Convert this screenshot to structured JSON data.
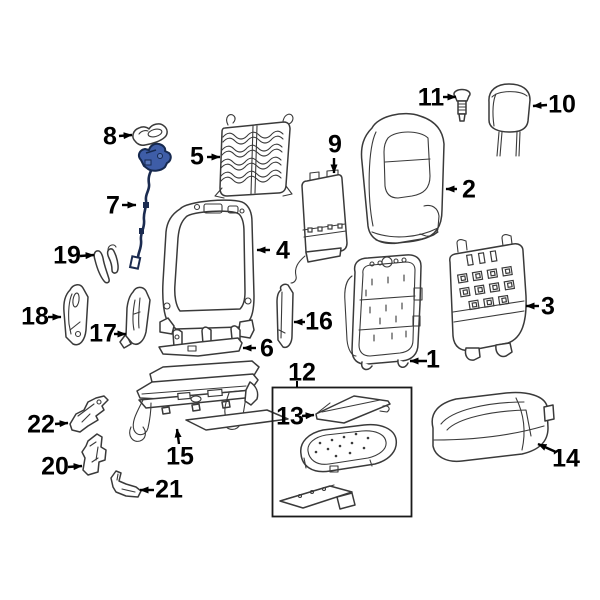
{
  "palette": {
    "background": "#ffffff",
    "part_line": "#3a3a3a",
    "label_color": "#000000",
    "highlight_fill": "#3e5da7",
    "highlight_stroke": "#16294f",
    "cable_color": "#1b2b50",
    "box_stroke": "#1a1a1a"
  },
  "callouts": [
    {
      "label": "1",
      "part": "seat-back-foam-pad"
    },
    {
      "label": "2",
      "part": "seat-back-cushion-cover"
    },
    {
      "label": "3",
      "part": "seat-back-rear-panel"
    },
    {
      "label": "4",
      "part": "seat-back-frame"
    },
    {
      "label": "5",
      "part": "lumbar-support-mat"
    },
    {
      "label": "6",
      "part": "seat-support-bracket"
    },
    {
      "label": "7",
      "part": "lumbar-cable-highlighted",
      "highlighted": true
    },
    {
      "label": "8",
      "part": "release-handle"
    },
    {
      "label": "9",
      "part": "seat-back-module"
    },
    {
      "label": "10",
      "part": "headrest"
    },
    {
      "label": "11",
      "part": "headrest-guide-pin"
    },
    {
      "label": "12",
      "part": "seat-cushion-kit-box"
    },
    {
      "label": "13",
      "part": "seat-cushion-pad"
    },
    {
      "label": "14",
      "part": "seat-cushion-cover"
    },
    {
      "label": "15",
      "part": "seat-track-assembly"
    },
    {
      "label": "16",
      "part": "side-shield"
    },
    {
      "label": "17",
      "part": "recliner-bracket"
    },
    {
      "label": "18",
      "part": "side-trim-panel"
    },
    {
      "label": "19",
      "part": "release-lever"
    },
    {
      "label": "20",
      "part": "mount-bracket"
    },
    {
      "label": "21",
      "part": "floor-bracket"
    },
    {
      "label": "22",
      "part": "step-bracket"
    }
  ]
}
